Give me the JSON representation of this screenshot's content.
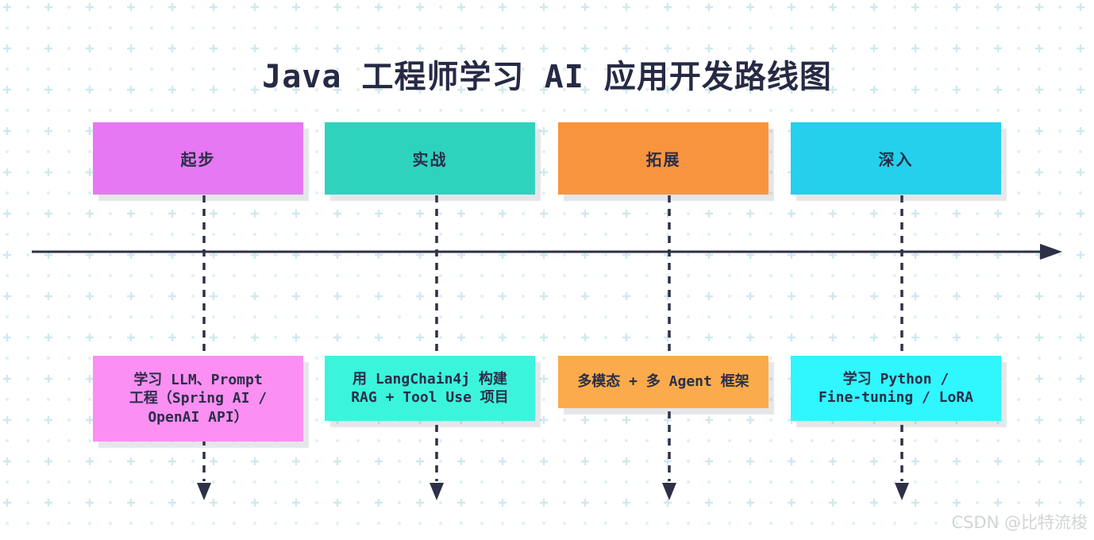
{
  "title": "Java 工程师学习 AI 应用开发路线图",
  "watermark": "CSDN @比特流梭",
  "colors": {
    "ink": "#2b2e48",
    "pattern_plus": "#cfe9ed",
    "pattern_dot": "#dff0f2",
    "shadow": "rgba(70,80,100,0.14)",
    "stage_1": "#e678f3",
    "stage_2": "#2ed3bd",
    "stage_3": "#f9943e",
    "stage_4": "#24d0ec",
    "detail_1": "#fb8ff2",
    "detail_2": "#3af5dc",
    "detail_3": "#fbab4c",
    "detail_4": "#30f6fe"
  },
  "stages": [
    {
      "label": "起步",
      "color": "#e678f3",
      "detail": "学习 LLM、Prompt\n工程（Spring AI /\nOpenAI API）",
      "detail_color": "#fb8ff2"
    },
    {
      "label": "实战",
      "color": "#2ed3bd",
      "detail": "用 LangChain4j 构建\nRAG + Tool Use 项目",
      "detail_color": "#3af5dc"
    },
    {
      "label": "拓展",
      "color": "#f9943e",
      "detail": "多模态 + 多 Agent 框架",
      "detail_color": "#fbab4c"
    },
    {
      "label": "深入",
      "color": "#24d0ec",
      "detail": "学习 Python /\nFine-tuning / LoRA",
      "detail_color": "#30f6fe"
    }
  ]
}
